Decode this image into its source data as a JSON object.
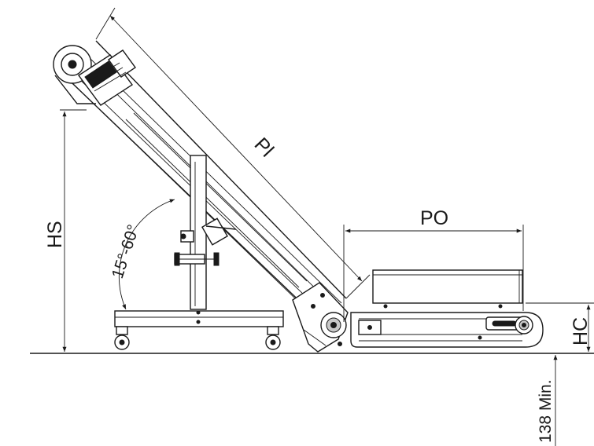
{
  "labels": {
    "pl": "Pl",
    "po": "PO",
    "hs": "HS",
    "angle": "15°-60°",
    "hc": "HC",
    "min_clearance": "138 Min."
  },
  "colors": {
    "line": "#1a1a1a",
    "background": "#ffffff"
  }
}
